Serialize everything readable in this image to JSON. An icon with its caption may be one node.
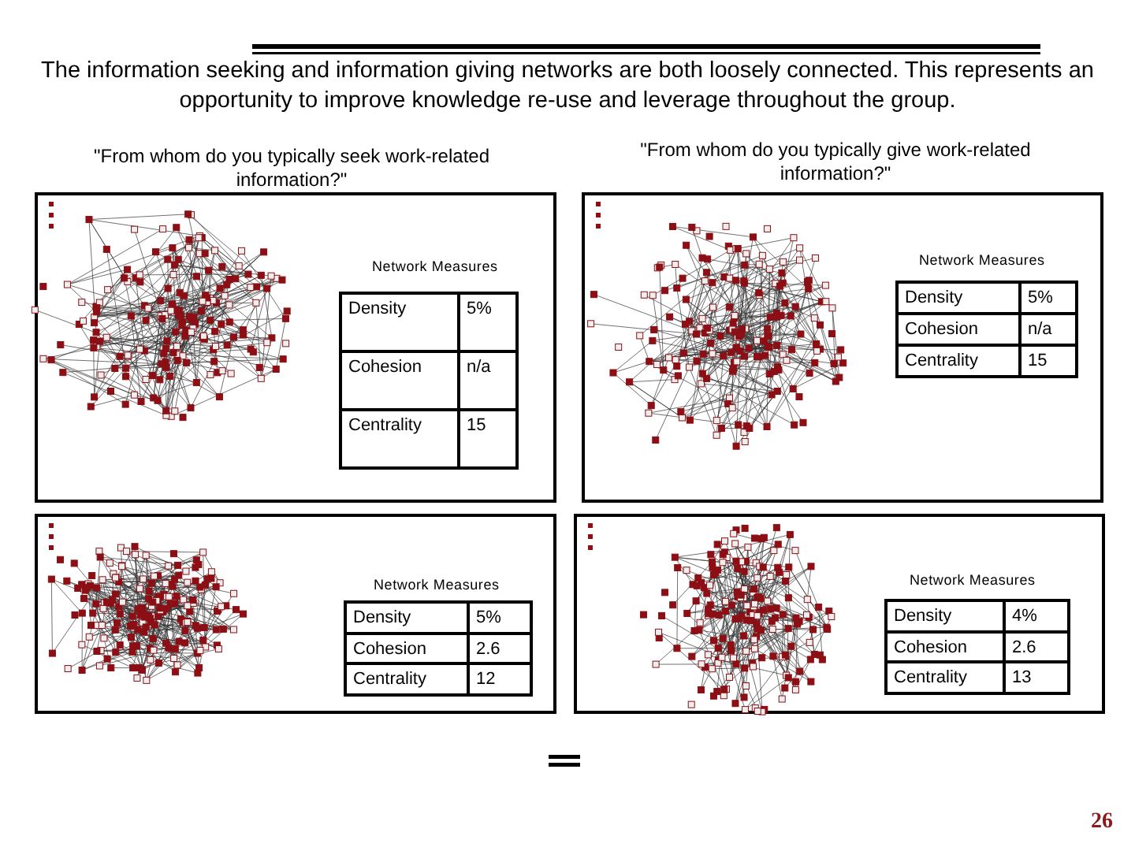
{
  "diagram": {
    "title": "The information seeking and information giving networks are both loosely connected. This represents an opportunity to improve knowledge re-use and leverage throughout the group.",
    "labels": [
      "\"From whom do you typically seek work-related information?\"",
      "\"From whom do you typically give work-related information?\"",
      "Network Measures",
      "Density",
      "5%",
      "Cohesion",
      "n/a",
      "Centrality",
      "15",
      "Network Measures",
      "Density",
      "5%",
      "Cohesion",
      "n/a",
      "Centrality",
      "15",
      "Network Measures",
      "Density",
      "5%",
      "Cohesion",
      "2.6",
      "Centrality",
      "12",
      "Network Measures",
      "Density",
      "4%",
      "Cohesion",
      "2.6",
      "Centrality",
      "13",
      "26"
    ]
  }
}
